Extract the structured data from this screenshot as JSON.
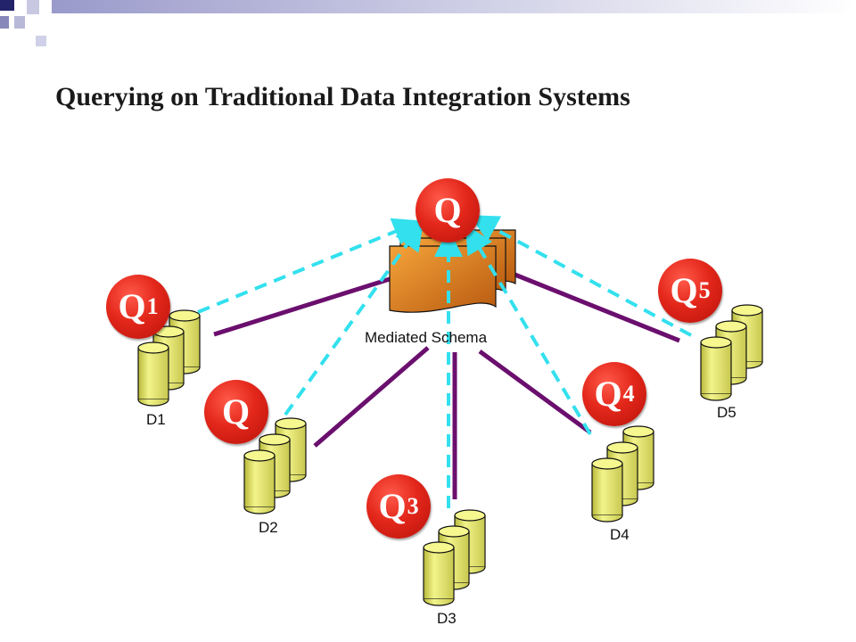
{
  "title": "Querying on Traditional Data Integration Systems",
  "mediated_schema": {
    "label": "Mediated Schema"
  },
  "query": {
    "letter": "Q"
  },
  "sources": [
    {
      "id": "D1",
      "label": "D1",
      "query_letter": "Q",
      "query_subscript": "1"
    },
    {
      "id": "D2",
      "label": "D2",
      "query_letter": "Q",
      "query_subscript": ""
    },
    {
      "id": "D3",
      "label": "D3",
      "query_letter": "Q",
      "query_subscript": "3"
    },
    {
      "id": "D4",
      "label": "D4",
      "query_letter": "Q",
      "query_subscript": "4"
    },
    {
      "id": "D5",
      "label": "D5",
      "query_letter": "Q",
      "query_subscript": "5"
    }
  ],
  "colors": {
    "mapping_line": "#6b0f6e",
    "query_arrow": "#33e0ee",
    "query_ball": "#e3271b",
    "cylinder": "#eef07a",
    "schema_doc": "#e0801f",
    "corner_squares": "#23236b"
  }
}
